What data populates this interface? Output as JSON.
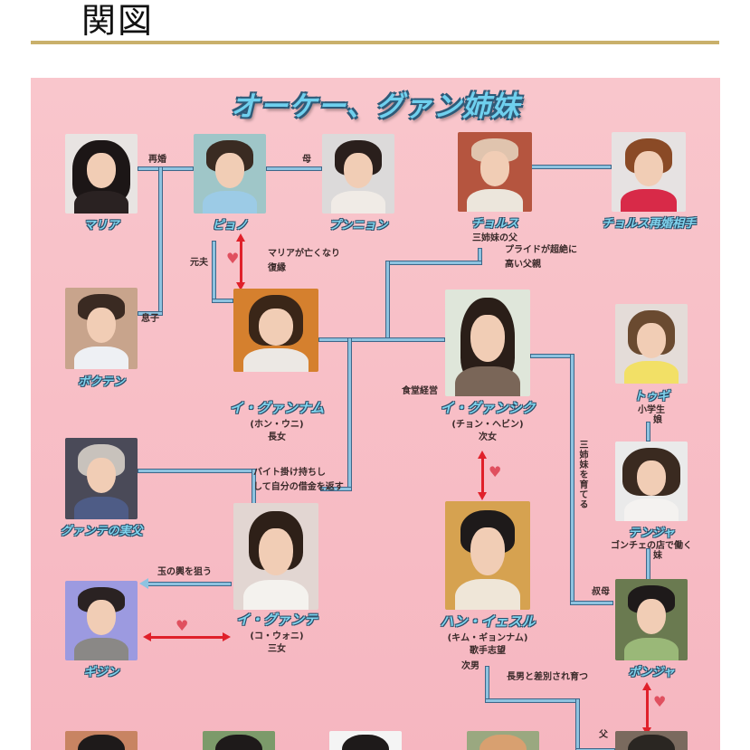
{
  "page": {
    "heading": "関図"
  },
  "diagram": {
    "title": "オーケー、グァン姉妹",
    "colors": {
      "background": "#f8bfc7",
      "line": "#8ec3e0",
      "line_border": "#3e6688",
      "love_arrow": "#e0202a",
      "heart": "#e0505f",
      "name_fill": "#7fd4ee",
      "name_outline": "#2c4f6a",
      "heading_rule": "#c9b06b"
    },
    "characters": [
      {
        "id": "maria",
        "name": "マリア"
      },
      {
        "id": "pyono",
        "name": "ピョノ"
      },
      {
        "id": "punnyon",
        "name": "プンニョン"
      },
      {
        "id": "cholsu",
        "name": "チョルス",
        "desc": [
          "三姉妹の父"
        ]
      },
      {
        "id": "cholsu-wife",
        "name": "チョルス再婚相手"
      },
      {
        "id": "bokuten",
        "name": "ボクテン"
      },
      {
        "id": "gwannam",
        "name": "イ・グァンナム",
        "actor": "(ホン・ウニ)",
        "desc": [
          "長女"
        ]
      },
      {
        "id": "gwansik",
        "name": "イ・グァンシク",
        "actor": "(チョン・ヘビン)",
        "desc": [
          "次女"
        ]
      },
      {
        "id": "toggi",
        "name": "トゥギ",
        "desc": [
          "小学生"
        ]
      },
      {
        "id": "gwante-father",
        "name": "グァンテの実父"
      },
      {
        "id": "gwante",
        "name": "イ・グァンテ",
        "actor": "(コ・ウォニ)",
        "desc": [
          "三女"
        ]
      },
      {
        "id": "han-yeseul",
        "name": "ハン・イェスル",
        "actor": "(キム・ギョンナム)",
        "desc": [
          "歌手志望"
        ]
      },
      {
        "id": "tenja",
        "name": "テンジャ",
        "desc": [
          "ゴンチェの店で働く"
        ]
      },
      {
        "id": "gijun",
        "name": "ギジン"
      },
      {
        "id": "ponja",
        "name": "ポンジャ"
      }
    ],
    "relations": {
      "remarried": "再婚",
      "mother": "母",
      "ex_husband": "元夫",
      "reunited": [
        "マリアが亡くなり",
        "復縁"
      ],
      "son": "息子",
      "proud_father": [
        "プライドが超絶に",
        "高い父親"
      ],
      "restaurant": "食堂経営",
      "daughter": "娘",
      "part_time": [
        "バイト掛け持ちし",
        "して自分の借金を返す"
      ],
      "raised_sisters": "三姉妹を育てる",
      "younger_sister": "妹",
      "aunt": "叔母",
      "gold_digger": "玉の輿を狙う",
      "second_son": "次男",
      "discriminated": "長男と差別され育つ",
      "father": "父"
    },
    "icons": {
      "heart": "♥"
    }
  }
}
